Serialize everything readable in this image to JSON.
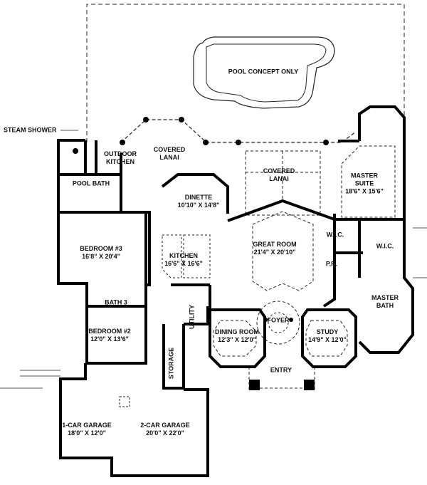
{
  "title": "Floor Plan",
  "rooms": {
    "pool": {
      "name": "POOL CONCEPT ONLY"
    },
    "steam_shower": {
      "name": "STEAM SHOWER"
    },
    "outdoor_kitchen": {
      "name": "OUTDOOR",
      "name2": "KITCHEN"
    },
    "covered_lanai_left": {
      "name": "COVERED",
      "name2": "LANAI"
    },
    "covered_lanai_right": {
      "name": "COVERED",
      "name2": "LANAI"
    },
    "pool_bath": {
      "name": "POOL BATH"
    },
    "dinette": {
      "name": "DINETTE",
      "size": "10'10\" X 14'8\""
    },
    "master_suite": {
      "name": "MASTER",
      "name2": "SUITE",
      "size": "18'6\" X 15'6\""
    },
    "bedroom3": {
      "name": "BEDROOM #3",
      "size": "16'8\" X 20'4\""
    },
    "kitchen": {
      "name": "KITCHEN",
      "size": "16'6\" X 16'6\""
    },
    "great_room": {
      "name": "GREAT ROOM",
      "size": "21'4\" X 20'10\""
    },
    "wic1": {
      "name": "W.I.C."
    },
    "wic2": {
      "name": "W.I.C."
    },
    "powder_room": {
      "name": "P.R."
    },
    "master_bath": {
      "name": "MASTER",
      "name2": "BATH"
    },
    "bath3": {
      "name": "BATH 3"
    },
    "foyer": {
      "name": "FOYER"
    },
    "bedroom2": {
      "name": "BEDROOM #2",
      "size": "12'0\" X 13'6\""
    },
    "utility": {
      "name": "UTILITY"
    },
    "dining_room": {
      "name": "DINING ROOM",
      "size": "12'3\" X 12'0\""
    },
    "study": {
      "name": "STUDY",
      "size": "14'9\" X 12'0\""
    },
    "storage": {
      "name": "STORAGE"
    },
    "entry": {
      "name": "ENTRY"
    },
    "garage1": {
      "name": "1-CAR GARAGE",
      "size": "18'0\" X 12'0\""
    },
    "garage2": {
      "name": "2-CAR GARAGE",
      "size": "20'0\" X 22'0\""
    }
  }
}
